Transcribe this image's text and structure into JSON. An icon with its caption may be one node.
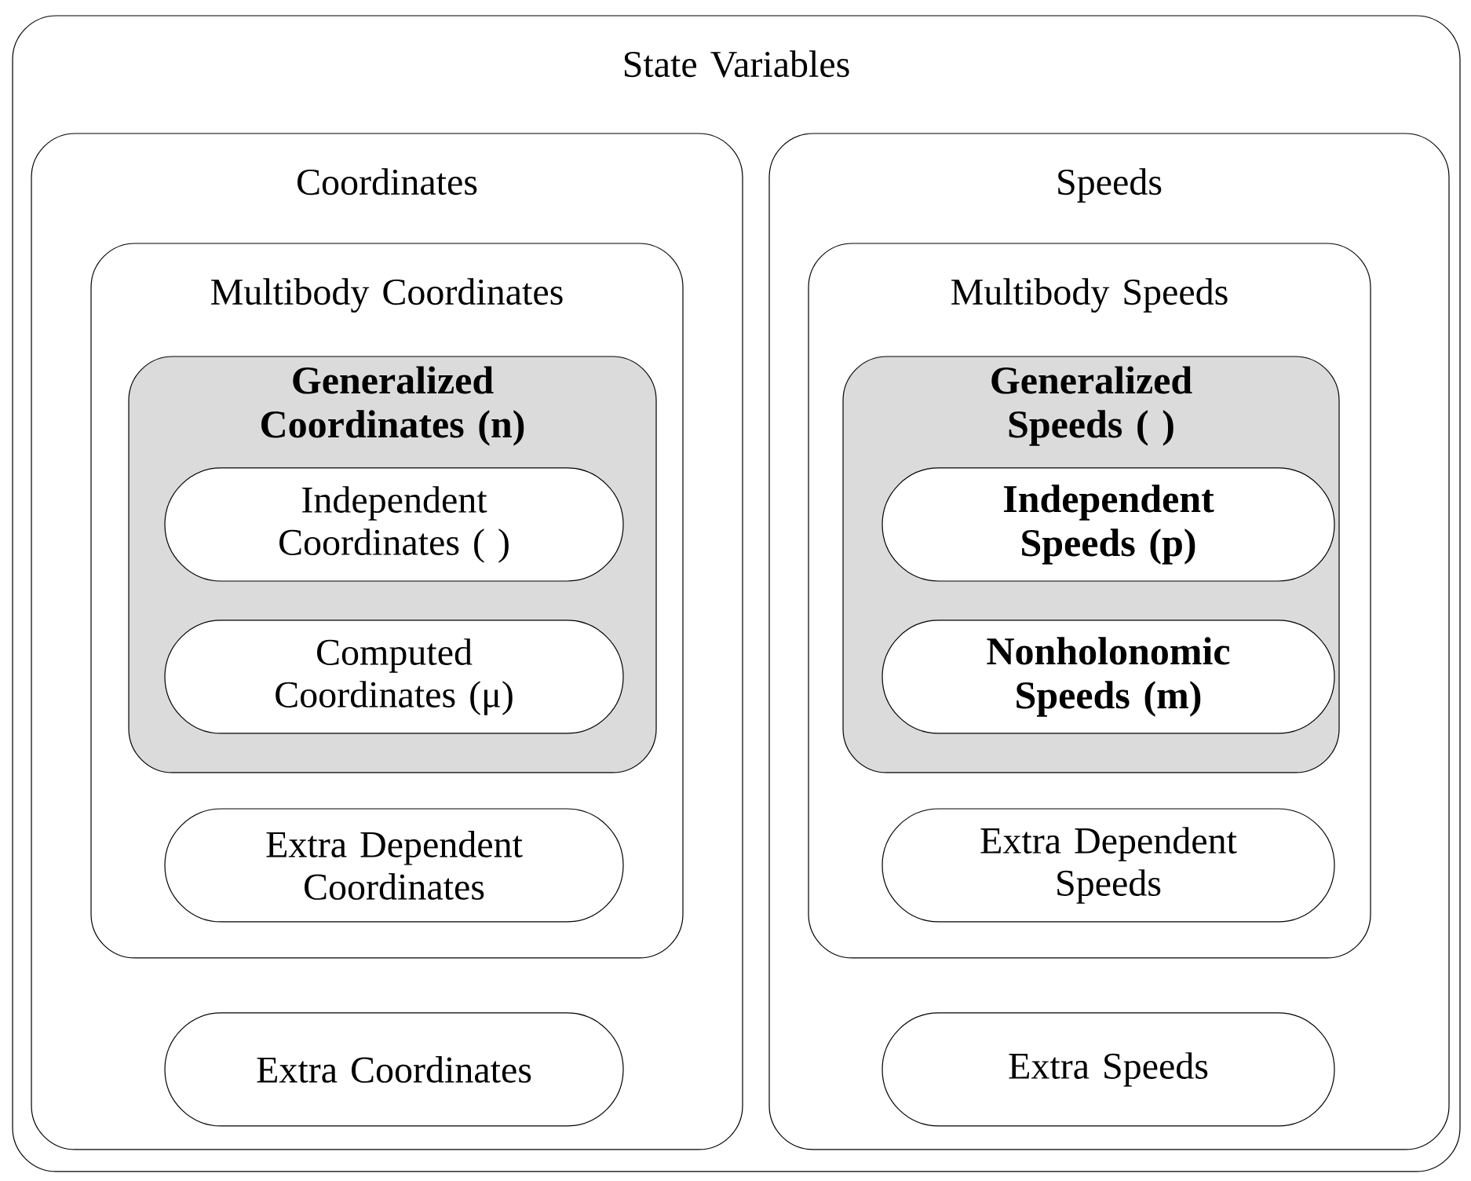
{
  "diagram": {
    "nodes": [
      {
        "text": [
          "State Variables"
        ]
      },
      {
        "text": [
          "Coordinates"
        ],
        "in": 0
      },
      {
        "text": [
          "Multibody Coordinates"
        ],
        "in": 1
      },
      {
        "text": [
          "Generalized Coordinates (n)"
        ],
        "in": 2
      },
      {
        "text": [
          "Independent Coordinates ( )"
        ],
        "in": 3
      },
      {
        "text": [
          "Computed Coordinates (μ)"
        ],
        "in": 3
      },
      {
        "text": [
          "Extra Dependent Coordinates"
        ],
        "in": 2
      },
      {
        "text": [
          "Extra Coordinates"
        ],
        "in": 1
      },
      {
        "text": [
          "Speeds"
        ],
        "in": 0
      },
      {
        "text": [
          "Multibody Speeds"
        ],
        "in": 8
      },
      {
        "text": [
          "Generalized Speeds ( )"
        ],
        "in": 9
      },
      {
        "text": [
          "Independent Speeds (p)"
        ],
        "in": 10
      },
      {
        "text": [
          "Nonholonomic Speeds (m)"
        ],
        "in": 10
      },
      {
        "text": [
          "Extra Dependent Speeds"
        ],
        "in": 9
      },
      {
        "text": [
          "Extra Speeds"
        ],
        "in": 8
      }
    ]
  }
}
